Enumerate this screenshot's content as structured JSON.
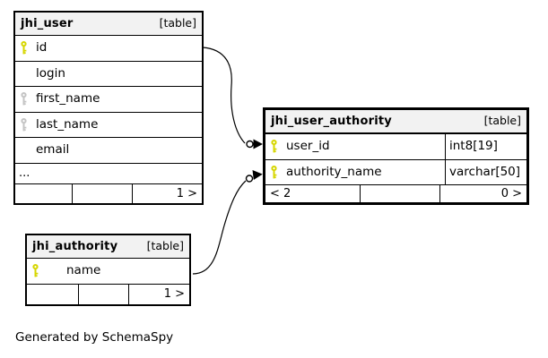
{
  "colors": {
    "primary_key": "#d6d600",
    "index_key": "#c4c4c4",
    "header_bg": "#f2f2f2",
    "border": "#000000"
  },
  "tables": {
    "jhi_user": {
      "title": "jhi_user",
      "tag": "[table]",
      "columns": [
        {
          "label": "id"
        },
        {
          "label": "login"
        },
        {
          "label": "first_name"
        },
        {
          "label": "last_name"
        },
        {
          "label": "email"
        }
      ],
      "ellipsis": "...",
      "pager": {
        "c1": "",
        "c2": "",
        "c3": "1 >"
      }
    },
    "jhi_user_authority": {
      "title": "jhi_user_authority",
      "tag": "[table]",
      "columns": [
        {
          "label": "user_id",
          "datatype": "int8[19]"
        },
        {
          "label": "authority_name",
          "datatype": "varchar[50]"
        }
      ],
      "pager": {
        "c1": "< 2",
        "c2": "",
        "c3": "0 >"
      }
    },
    "jhi_authority": {
      "title": "jhi_authority",
      "tag": "[table]",
      "columns": [
        {
          "label": "name"
        }
      ],
      "pager": {
        "c1": "",
        "c2": "",
        "c3": "1 >"
      }
    }
  },
  "caption": "Generated by SchemaSpy"
}
